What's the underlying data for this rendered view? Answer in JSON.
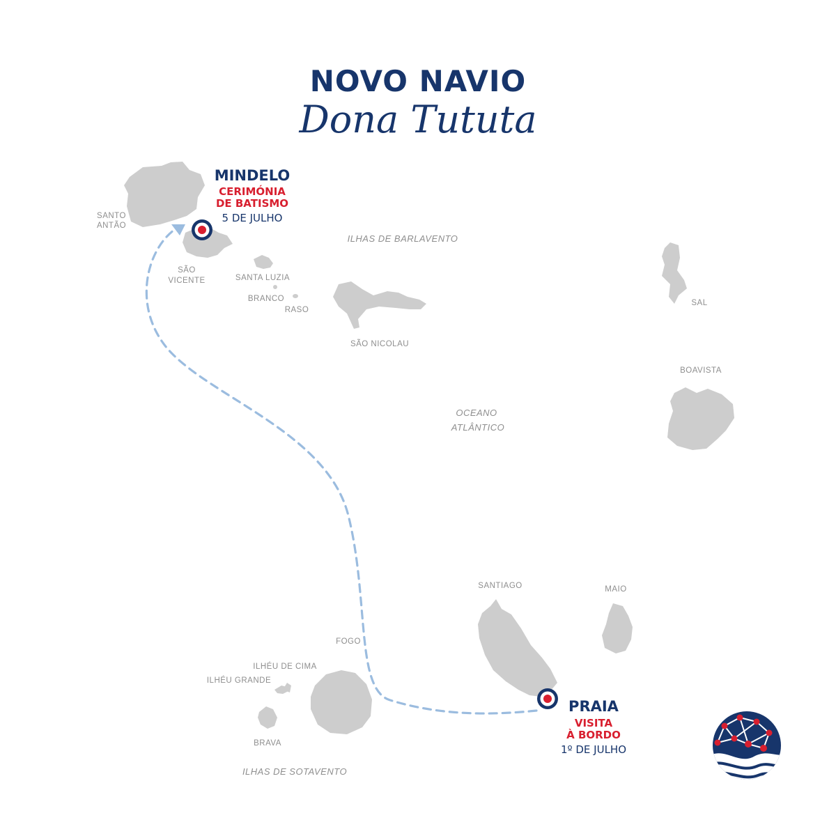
{
  "title": {
    "line1": "NOVO NAVIO",
    "line2": "Dona Tututa"
  },
  "regions": {
    "barlavento": "ILHAS DE BARLAVENTO",
    "sotavento": "ILHAS DE SOTAVENTO",
    "ocean_line1": "OCEANO",
    "ocean_line2": "ATLÂNTICO"
  },
  "islands": {
    "santo_antao": [
      "SANTO",
      "ANTÃO"
    ],
    "sao_vicente": [
      "SÃO",
      "VICENTE"
    ],
    "santa_luzia": "SANTA LUZIA",
    "branco": "BRANCO",
    "raso": "RASO",
    "sao_nicolau": "SÃO NICOLAU",
    "sal": "SAL",
    "boavista": "BOAVISTA",
    "santiago": "SANTIAGO",
    "maio": "MAIO",
    "fogo": "FOGO",
    "ilheu_de_cima": "ILHÉU DE CIMA",
    "ilheu_grande": "ILHÉU GRANDE",
    "brava": "BRAVA"
  },
  "stops": {
    "mindelo": {
      "city": "MINDELO",
      "event_line1": "CERIMÓNIA",
      "event_line2": "DE BATISMO",
      "date": "5 DE JULHO"
    },
    "praia": {
      "city": "PRAIA",
      "event_line1": "VISITA",
      "event_line2": "À BORDO",
      "date": "1º DE JULHO"
    }
  },
  "colors": {
    "navy": "#17356b",
    "red": "#d81f2f",
    "island": "#cdcdcd",
    "route": "#9bbcdf",
    "label": "#8e8e8e"
  },
  "icons": {
    "route_marker": "target-marker-icon",
    "logo": "network-globe-logo"
  }
}
